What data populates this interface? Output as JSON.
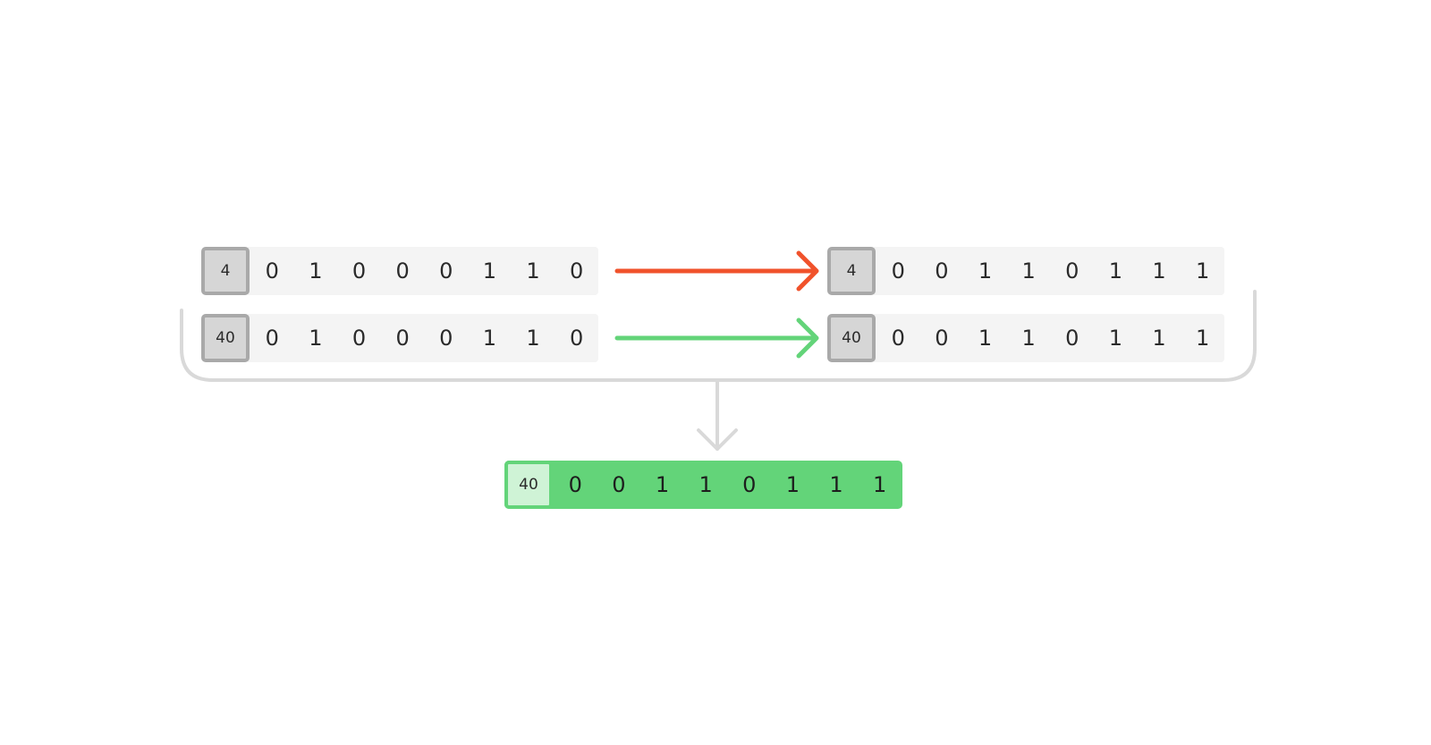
{
  "rows": [
    {
      "left": {
        "tag": "4",
        "bits": [
          "0",
          "1",
          "0",
          "0",
          "0",
          "1",
          "1",
          "0"
        ]
      },
      "right": {
        "tag": "4",
        "bits": [
          "0",
          "0",
          "1",
          "1",
          "0",
          "1",
          "1",
          "1"
        ]
      },
      "arrow_color": "#f0522b"
    },
    {
      "left": {
        "tag": "40",
        "bits": [
          "0",
          "1",
          "0",
          "0",
          "0",
          "1",
          "1",
          "0"
        ]
      },
      "right": {
        "tag": "40",
        "bits": [
          "0",
          "0",
          "1",
          "1",
          "0",
          "1",
          "1",
          "1"
        ]
      },
      "arrow_color": "#63d479"
    }
  ],
  "result": {
    "tag": "40",
    "bits": [
      "0",
      "0",
      "1",
      "1",
      "0",
      "1",
      "1",
      "1"
    ]
  },
  "colors": {
    "bracket": "#d9d9d9",
    "down_arrow": "#d9d9d9",
    "cell_bg": "#f4f4f4",
    "tag_bg": "#d6d6d6",
    "tag_border": "#a9a9a9",
    "result_bg": "#63d479",
    "result_tag_bg": "#cff3d6"
  }
}
